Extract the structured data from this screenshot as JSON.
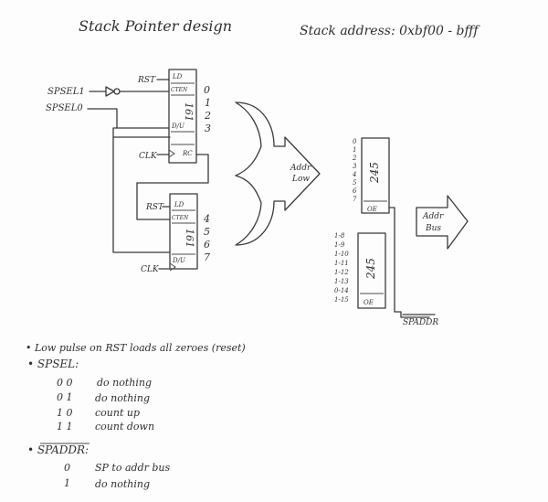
{
  "header": {
    "title": "Stack Pointer design",
    "stack_address": "Stack address: 0xbf00 - bfff"
  },
  "counter_top": {
    "chip": "161",
    "pins": [
      "LD",
      "CTEN",
      "D/U",
      "RC"
    ],
    "outputs": [
      "0",
      "1",
      "2",
      "3"
    ]
  },
  "counter_bottom": {
    "chip": "161",
    "pins": [
      "LD",
      "CTEN",
      "D/U"
    ],
    "outputs": [
      "4",
      "5",
      "6",
      "7"
    ]
  },
  "signals": {
    "rst": "RST",
    "clk": "CLK",
    "spsel1": "SPSEL1",
    "spsel0": "SPSEL0",
    "spadr": "SPADDR"
  },
  "addr_low_arrow": "Addr Low",
  "buffer_top": {
    "chip": "245",
    "pin_labels": [
      "0",
      "1",
      "2",
      "3",
      "4",
      "5",
      "6",
      "7"
    ],
    "oe": "OE"
  },
  "buffer_bottom": {
    "chip": "245",
    "pin_labels": [
      "1-8",
      "1-9",
      "1-10",
      "1-11",
      "1-12",
      "1-13",
      "0-14",
      "1-15"
    ],
    "oe": "OE"
  },
  "addr_bus_arrow": "Addr Bus",
  "notes": {
    "reset_note": "• Low pulse on RST loads all zeroes (reset)",
    "spsel_heading": "• SPSEL:",
    "spsel_rows": [
      {
        "code": "0 0",
        "desc": "do nothing"
      },
      {
        "code": "0 1",
        "desc": "do nothing"
      },
      {
        "code": "1 0",
        "desc": "count up"
      },
      {
        "code": "1 1",
        "desc": "count down"
      }
    ],
    "spadr_heading": "• SPADDR:",
    "spadr_rows": [
      {
        "code": "0",
        "desc": "SP to addr bus"
      },
      {
        "code": "1",
        "desc": "do nothing"
      }
    ]
  }
}
